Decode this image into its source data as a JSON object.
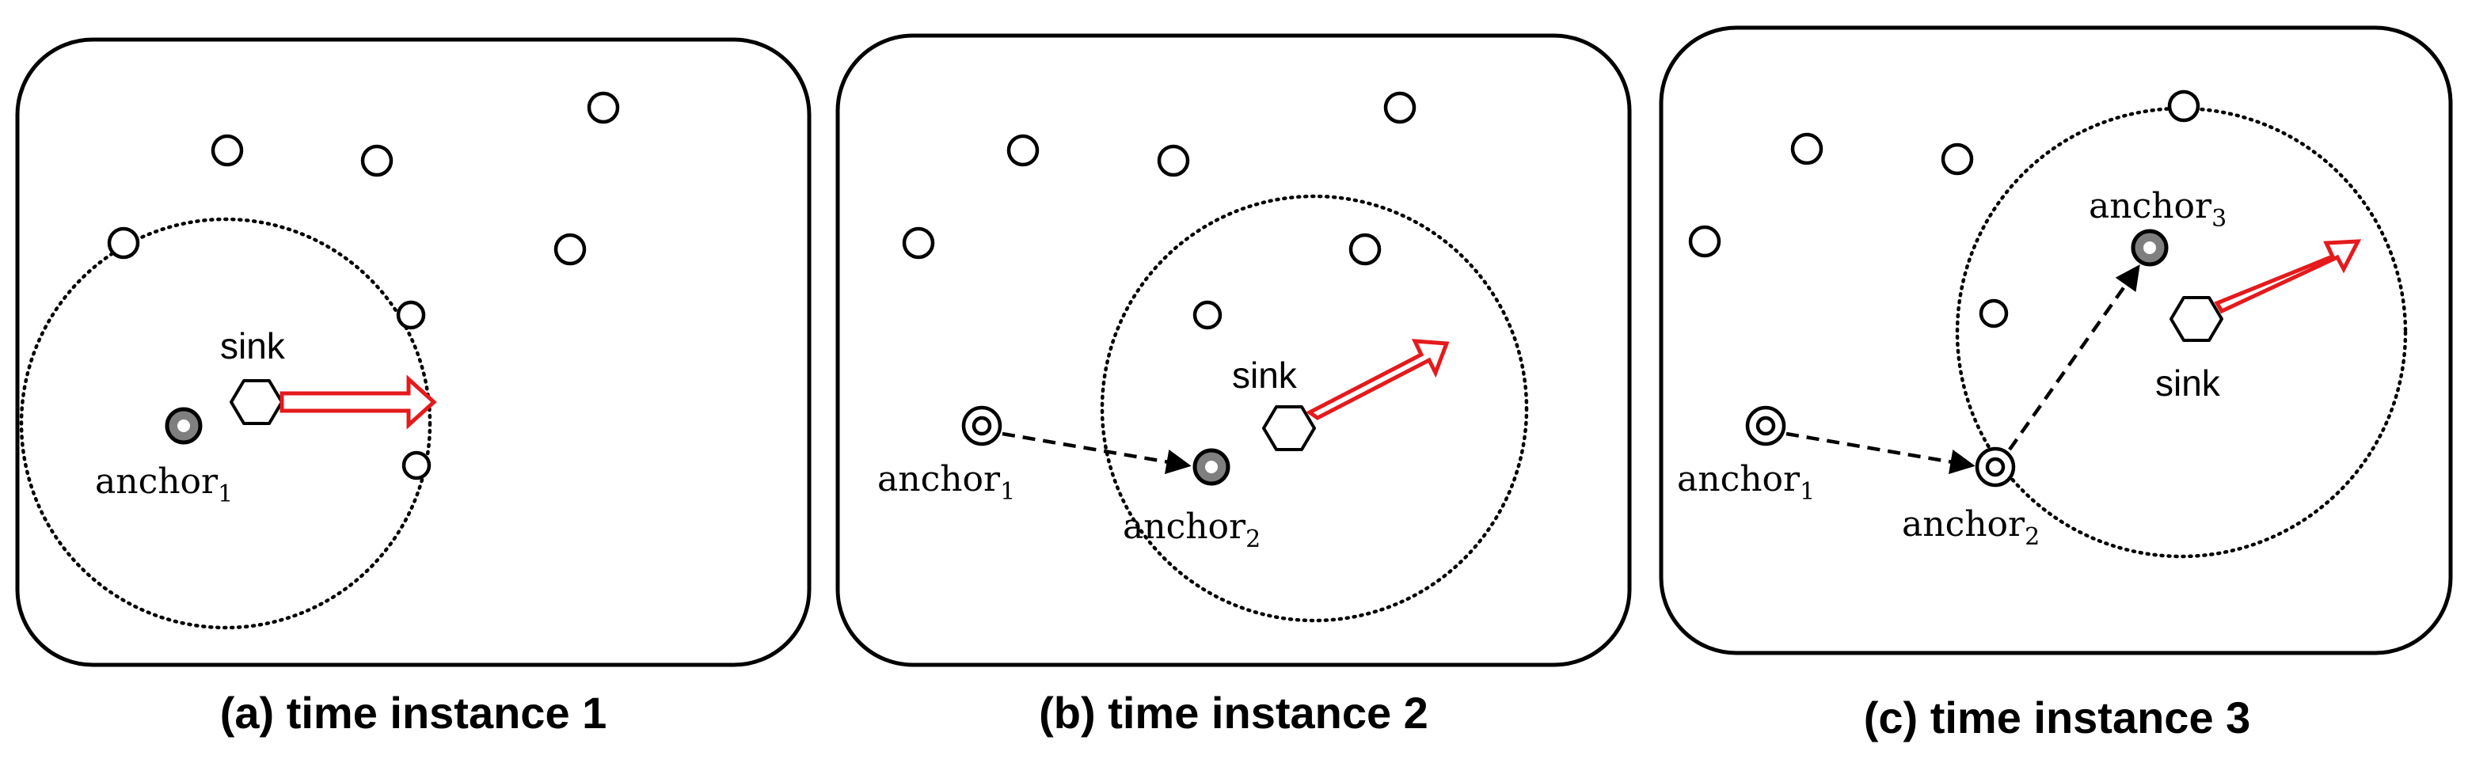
{
  "panels": [
    {
      "caption": "(a) time instance 1",
      "sink_label": "sink",
      "anchors": [
        {
          "base": "anchor",
          "sub": "1"
        }
      ]
    },
    {
      "caption": "(b) time instance 2",
      "sink_label": "sink",
      "anchors": [
        {
          "base": "anchor",
          "sub": "1"
        },
        {
          "base": "anchor",
          "sub": "2"
        }
      ]
    },
    {
      "caption": "(c) time instance 3",
      "sink_label": "sink",
      "anchors": [
        {
          "base": "anchor",
          "sub": "1"
        },
        {
          "base": "anchor",
          "sub": "2"
        },
        {
          "base": "anchor",
          "sub": "3"
        }
      ]
    }
  ],
  "colors": {
    "frame": "#000000",
    "movement_arrow": "#e41a1c",
    "active_anchor": "#7f7f7f"
  },
  "icons": {
    "sensor_node": "circle-icon",
    "sink": "hexagon-icon",
    "anchor": "concentric-circle-icon",
    "movement": "red-arrow-icon"
  }
}
